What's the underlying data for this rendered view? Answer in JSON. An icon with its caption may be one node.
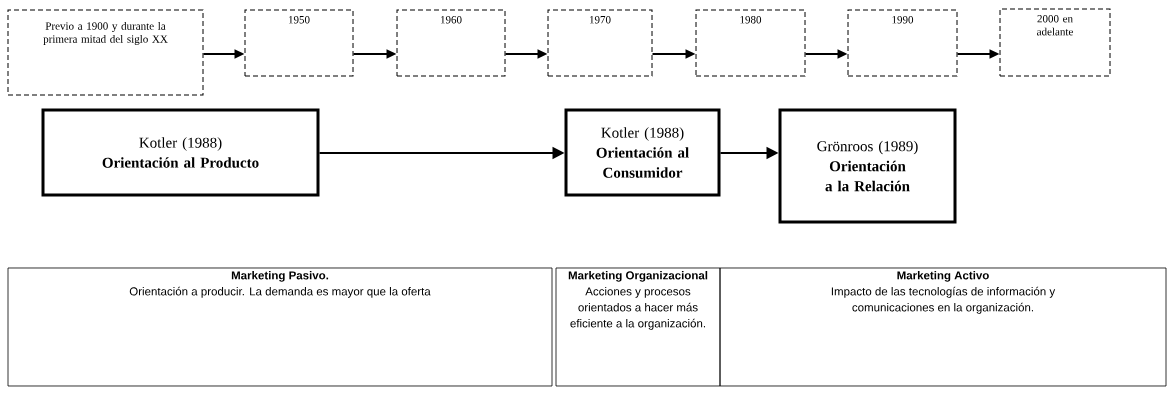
{
  "diagram": {
    "nodes": [
      {
        "text": [
          "Previo a 1900 y durante la primera mitad del siglo XX"
        ]
      },
      {
        "text": [
          "1950"
        ]
      },
      {
        "text": [
          "1960"
        ]
      },
      {
        "text": [
          "1970"
        ]
      },
      {
        "text": [
          "1980"
        ]
      },
      {
        "text": [
          "1990"
        ]
      },
      {
        "text": [
          "2000 en adelante"
        ]
      },
      {
        "text": [
          "Kotler (1988)",
          "Orientación al Producto"
        ]
      },
      {
        "text": [
          "Kotler (1988)",
          "Orientación al Consumidor"
        ]
      },
      {
        "text": [
          "Grönroos (1989)",
          "Orientación a la Relación"
        ]
      },
      {
        "text": [
          "Marketing Pasivo.",
          "Orientación a producir. La demanda es mayor que la oferta"
        ]
      },
      {
        "text": [
          "Marketing Organizacional",
          "Acciones y procesos orientados a hacer más eficiente a la organización."
        ]
      },
      {
        "text": [
          "Marketing Activo",
          "Impacto de las tecnologías de información y comunicaciones en la organización."
        ]
      }
    ],
    "edges": [
      {
        "from": 0,
        "to": 1,
        "arrow": "to"
      },
      {
        "from": 1,
        "to": 2,
        "arrow": "to"
      },
      {
        "from": 2,
        "to": 3,
        "arrow": "to"
      },
      {
        "from": 3,
        "to": 4,
        "arrow": "to"
      },
      {
        "from": 4,
        "to": 5,
        "arrow": "to"
      },
      {
        "from": 5,
        "to": 6,
        "arrow": "to"
      },
      {
        "from": 7,
        "to": 8,
        "arrow": "to"
      },
      {
        "from": 8,
        "to": 9,
        "arrow": "to"
      }
    ]
  }
}
